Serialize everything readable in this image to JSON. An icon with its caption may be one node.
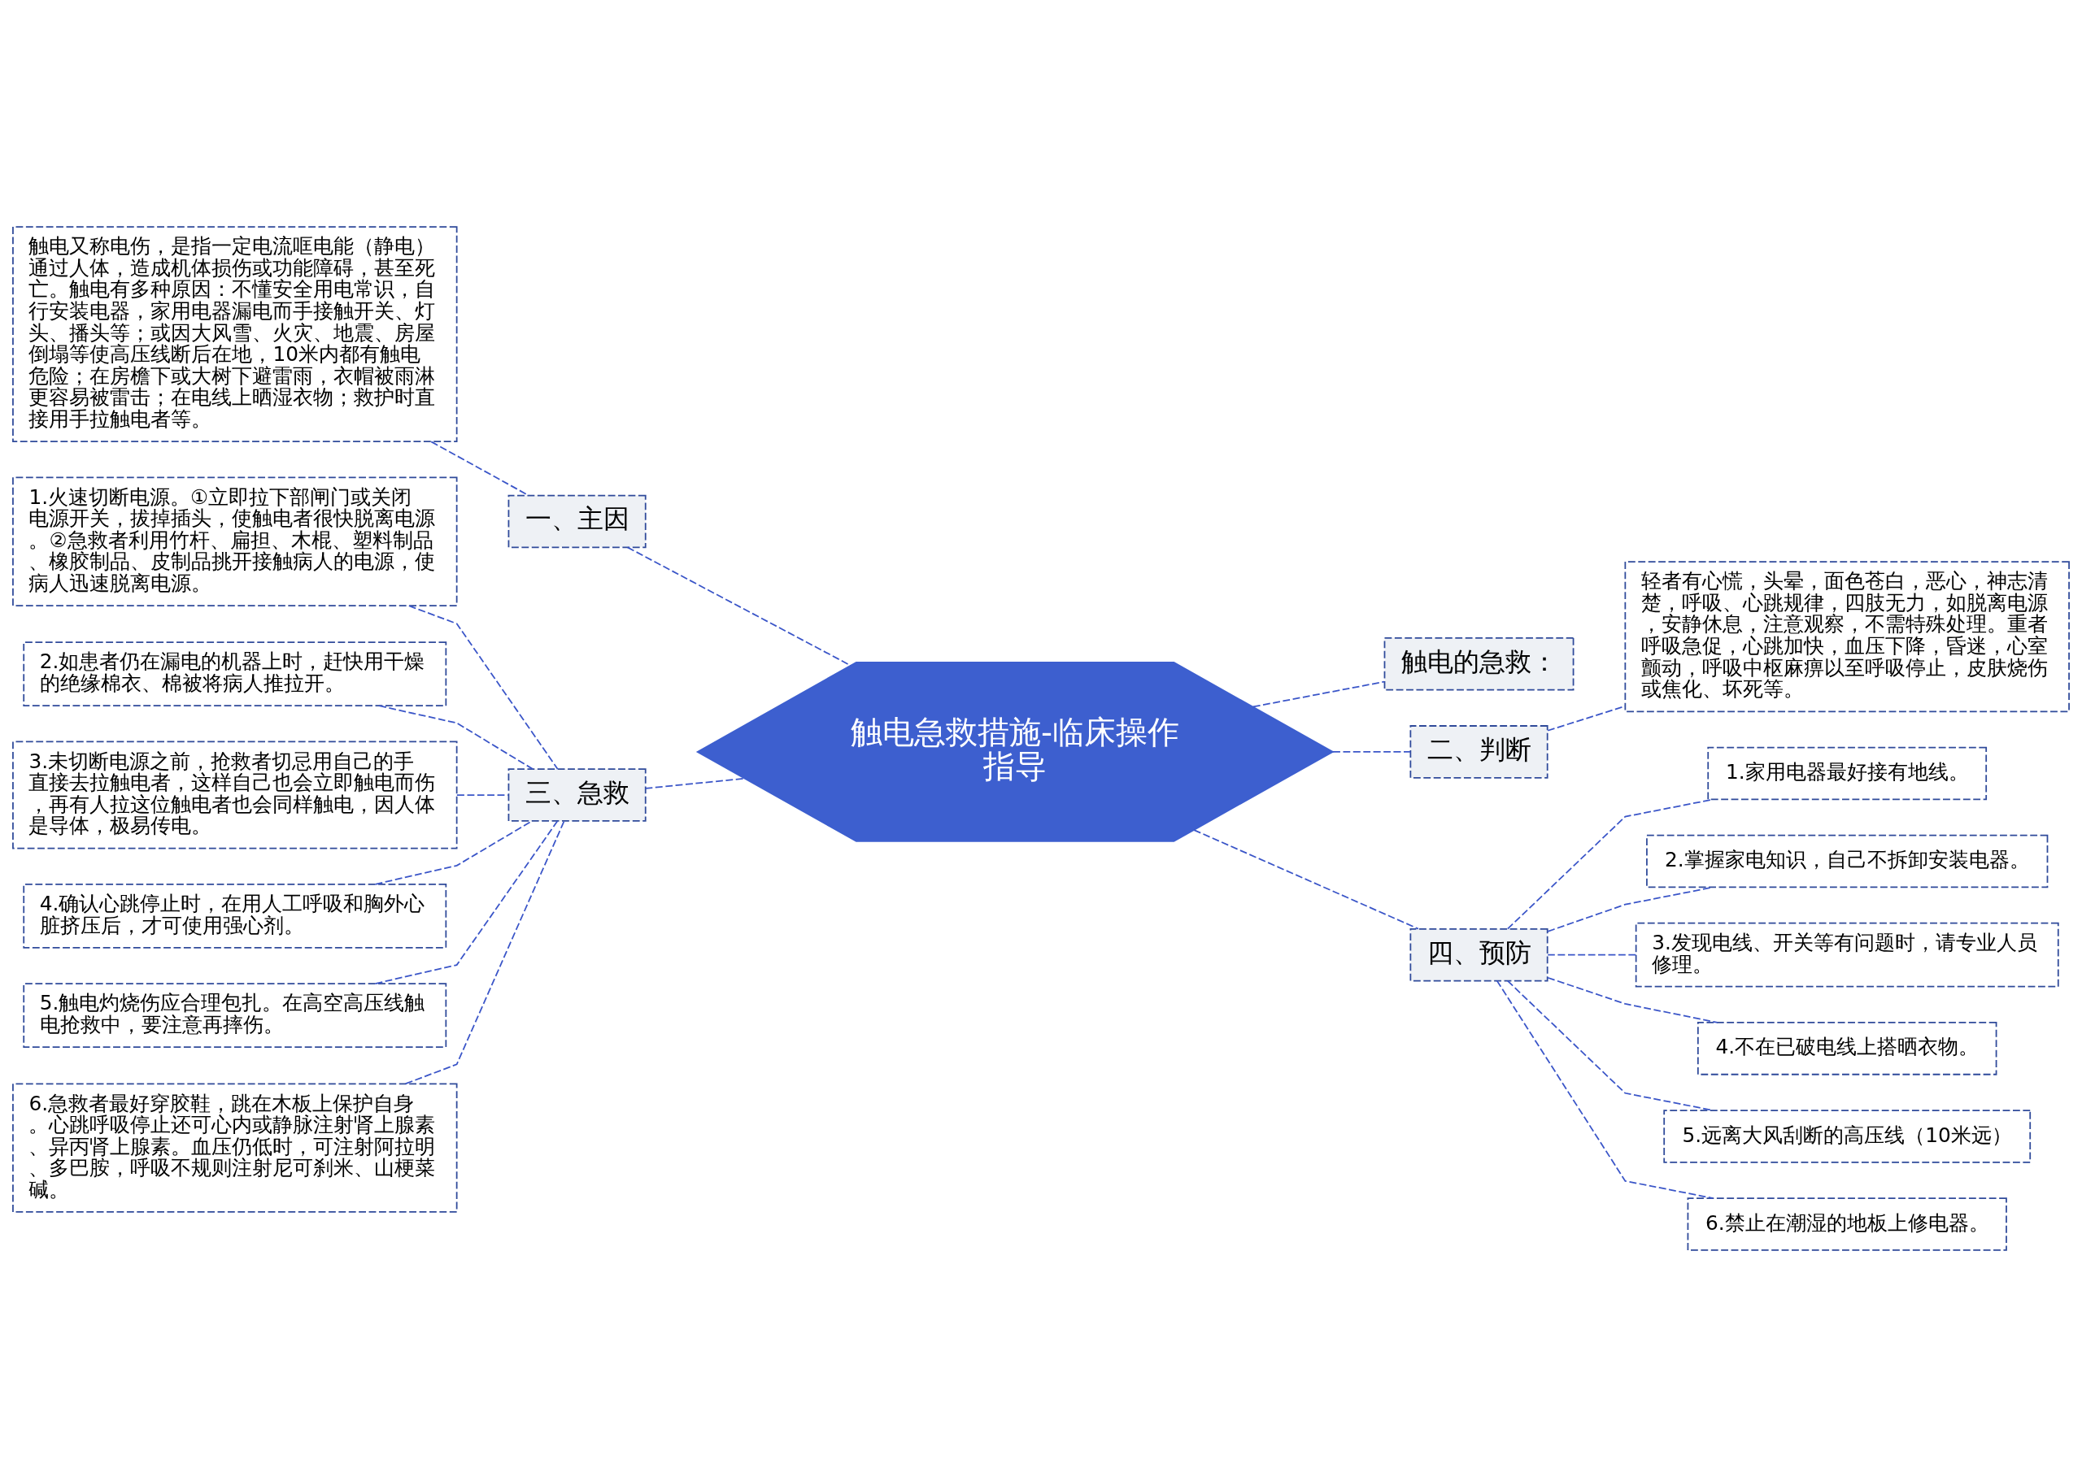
{
  "diagram": {
    "nodes": [
      {
        "text": [
          "触电急救措施-临床操作指导"
        ]
      },
      {
        "text": [
          "一、主因"
        ]
      },
      {
        "text": [
          "触电又称电伤，是指一定电流哐电能（静电）通过人体，造成机体损伤或功能障碍，甚至死亡。触电有多种原因：不懂安全用电常识，自行安装电器，家用电器漏电而手接触开关、灯头、播头等；或因大风雪、火灾、地震、房屋倒塌等使高压线断后在地，10米内都有触电危险；在房檐下或大树下避雷雨，衣帽被雨淋更容易被雷击；在电线上晒湿衣物；救护时直接用手拉触电者等。"
        ]
      },
      {
        "text": [
          "三、急救"
        ]
      },
      {
        "text": [
          "1.火速切断电源。①立即拉下部闸门或关闭电源开关，拔掉插头，使触电者很快脱离电源。②急救者利用竹杆、扁担、木棍、塑料制品、橡胶制品、皮制品挑开接触病人的电源，使病人迅速脱离电源。"
        ]
      },
      {
        "text": [
          "2.如患者仍在漏电的机器上时，赶快用干燥的绝缘棉衣、棉被将病人推拉开。"
        ]
      },
      {
        "text": [
          "3.未切断电源之前，抢救者切忌用自己的手直接去拉触电者，这样自己也会立即触电而伤，再有人拉这位触电者也会同样触电，因人体是导体，极易传电。"
        ]
      },
      {
        "text": [
          "4.确认心跳停止时，在用人工呼吸和胸外心脏挤压后，才可使用强心剂。"
        ]
      },
      {
        "text": [
          "5.触电灼烧伤应合理包扎。在高空高压线触电抢救中，要注意再摔伤。"
        ]
      },
      {
        "text": [
          "6.急救者最好穿胶鞋，跳在木板上保护自身。心跳呼吸停止还可心内或静脉注射肾上腺素、异丙肾上腺素。血压仍低时，可注射阿拉明、多巴胺，呼吸不规则注射尼可刹米、山梗菜碱。"
        ]
      },
      {
        "text": [
          "触电的急救："
        ]
      },
      {
        "text": [
          "二、判断"
        ]
      },
      {
        "text": [
          "轻者有心慌，头晕，面色苍白，恶心，神志清楚，呼吸、心跳规律，四肢无力，如脱离电源，安静休息，注意观察，不需特殊处理。重者呼吸急促，心跳加快，血压下降，昏迷，心室颤动，呼吸中枢麻痹以至呼吸停止，皮肤烧伤或焦化、坏死等。"
        ]
      },
      {
        "text": [
          "四、预防"
        ]
      },
      {
        "text": [
          "1.家用电器最好接有地线。"
        ]
      },
      {
        "text": [
          "2.掌握家电知识，自己不拆卸安装电器。"
        ]
      },
      {
        "text": [
          "3.发现电线、开关等有问题时，请专业人员修理。"
        ]
      },
      {
        "text": [
          "4.不在已破电线上搭晒衣物。"
        ]
      },
      {
        "text": [
          "5.远离大风刮断的高压线（10米远）"
        ]
      },
      {
        "text": [
          "6.禁止在潮湿的地板上修电器。"
        ]
      }
    ],
    "edges": [
      {
        "from": 0,
        "to": 1,
        "arrow": "none",
        "style": "dashed"
      },
      {
        "from": 1,
        "to": 2,
        "arrow": "none",
        "style": "dashed"
      },
      {
        "from": 0,
        "to": 3,
        "arrow": "none",
        "style": "dashed"
      },
      {
        "from": 3,
        "to": 4,
        "arrow": "none",
        "style": "dashed"
      },
      {
        "from": 3,
        "to": 5,
        "arrow": "none",
        "style": "dashed"
      },
      {
        "from": 3,
        "to": 6,
        "arrow": "none",
        "style": "dashed"
      },
      {
        "from": 3,
        "to": 7,
        "arrow": "none",
        "style": "dashed"
      },
      {
        "from": 3,
        "to": 8,
        "arrow": "none",
        "style": "dashed"
      },
      {
        "from": 3,
        "to": 9,
        "arrow": "none",
        "style": "dashed"
      },
      {
        "from": 0,
        "to": 10,
        "arrow": "none",
        "style": "dashed"
      },
      {
        "from": 0,
        "to": 11,
        "arrow": "none",
        "style": "dashed"
      },
      {
        "from": 11,
        "to": 12,
        "arrow": "none",
        "style": "dashed"
      },
      {
        "from": 0,
        "to": 13,
        "arrow": "none",
        "style": "dashed"
      },
      {
        "from": 13,
        "to": 14,
        "arrow": "none",
        "style": "dashed"
      },
      {
        "from": 13,
        "to": 15,
        "arrow": "none",
        "style": "dashed"
      },
      {
        "from": 13,
        "to": 16,
        "arrow": "none",
        "style": "dashed"
      },
      {
        "from": 13,
        "to": 17,
        "arrow": "none",
        "style": "dashed"
      },
      {
        "from": 13,
        "to": 18,
        "arrow": "none",
        "style": "dashed"
      },
      {
        "from": 13,
        "to": 19,
        "arrow": "none",
        "style": "dashed"
      }
    ]
  }
}
